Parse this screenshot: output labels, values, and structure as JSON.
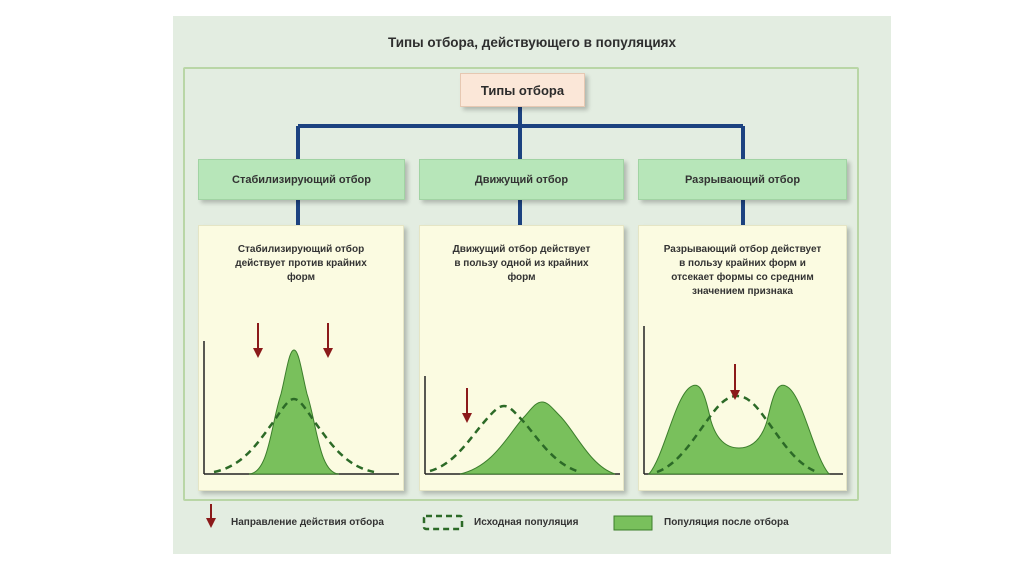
{
  "title": "Типы отбора, действующего в популяциях",
  "root": "Типы отбора",
  "types": [
    {
      "label": "Стабилизирующий отбор",
      "description": [
        "Стабилизирующий отбор",
        "действует против крайних",
        "форм"
      ]
    },
    {
      "label": "Движущий отбор",
      "description": [
        "Движущий отбор действует",
        "в пользу одной из крайних",
        "форм"
      ]
    },
    {
      "label": "Разрывающий отбор",
      "description": [
        "Разрывающий отбор действует",
        "в пользу крайних форм и",
        "отсекает формы со средним",
        "значением признака"
      ]
    }
  ],
  "legend": {
    "arrow": "Направление действия отбора",
    "initial": "Исходная популяция",
    "after": "Популяция после отбора"
  },
  "colors": {
    "connector": "#1c4280",
    "arrow": "#8b1a1a",
    "fill": "#79c05c",
    "fill_stroke": "#3c7e2c",
    "dashed": "#2c6a27"
  }
}
